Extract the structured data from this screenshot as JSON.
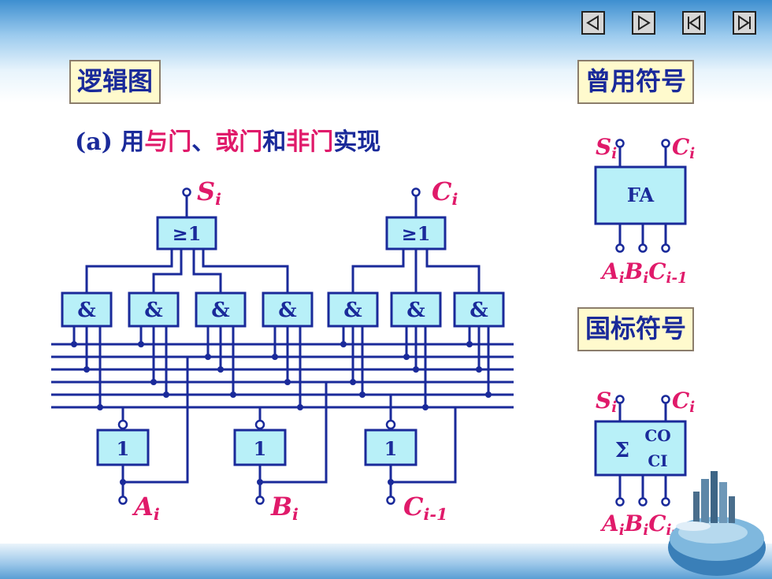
{
  "nav": {
    "prev": "previous",
    "next": "next",
    "first": "first",
    "last": "last"
  },
  "labels": {
    "logic_diagram": "逻辑图",
    "common_symbol": "曾用符号",
    "national_symbol": "国标符号"
  },
  "subtitle": {
    "label": "(a)",
    "parts": [
      "用",
      "与门",
      "、",
      "或门",
      "和",
      "非门",
      "实现"
    ]
  },
  "gates": {
    "or_text": "≥1",
    "and_text": "&",
    "not_text": "1",
    "fa_text": "FA",
    "sigma": "Σ",
    "co": "CO",
    "ci": "CI"
  },
  "signals": {
    "s": "S",
    "c": "C",
    "a": "A",
    "b": "B",
    "i": "i",
    "i1": "i-1"
  },
  "colors": {
    "gate_fill": "#b8f0f8",
    "wire": "#1a2a9a",
    "signal": "#e01a6a",
    "label_bg": "#fffacd"
  }
}
